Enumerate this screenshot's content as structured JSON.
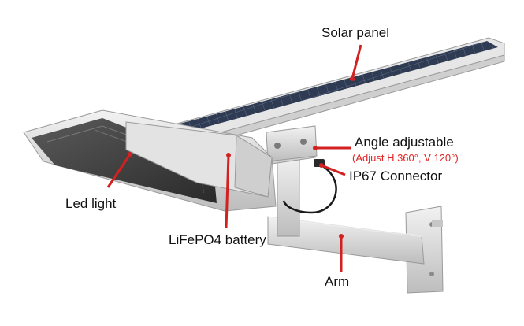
{
  "labels": {
    "solar_panel": "Solar panel",
    "angle_adjustable": "Angle adjustable",
    "angle_detail": "(Adjust H 360°, V 120°)",
    "connector": "IP67 Connector",
    "led_light": "Led light",
    "battery": "LiFePO4 battery",
    "arm": "Arm"
  },
  "colors": {
    "label_text": "#111111",
    "detail_text": "#e02424",
    "callout_line": "#d32020",
    "panel_cell": "#2f3b52",
    "housing": "#d9d9d9",
    "led_glass": "#3a3a3a",
    "cable": "#1a1a1a"
  }
}
